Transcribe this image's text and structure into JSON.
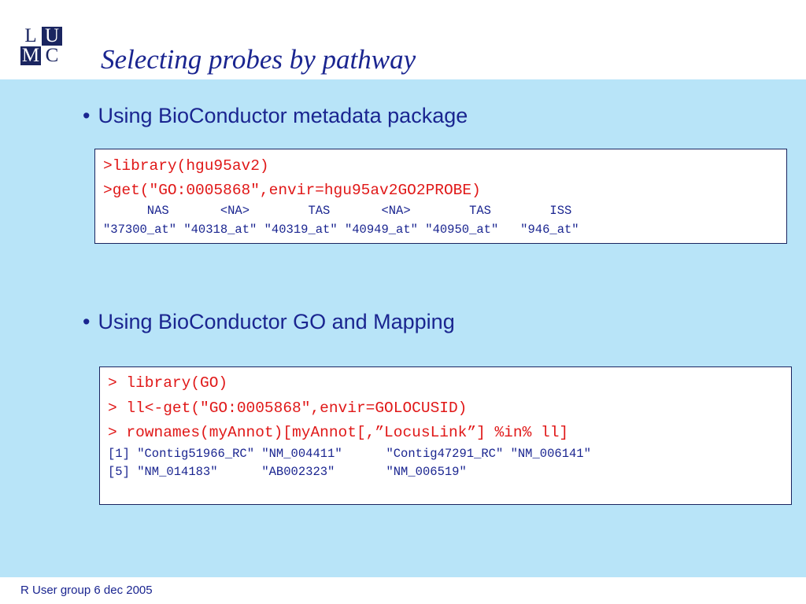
{
  "logo": {
    "letters": [
      "L",
      "U",
      "M",
      "C"
    ]
  },
  "slide": {
    "title": "Selecting probes by pathway",
    "footer": "R User group 6 dec 2005"
  },
  "bullets": [
    {
      "bullet_char": "•",
      "text": "Using BioConductor metadata package",
      "code": {
        "commands": [
          ">library(hgu95av2)",
          ">get(\"GO:0005868\",envir=hgu95av2GO2PROBE)"
        ],
        "output": [
          "      NAS       <NA>        TAS       <NA>        TAS        ISS",
          "\"37300_at\" \"40318_at\" \"40319_at\" \"40949_at\" \"40950_at\"   \"946_at\""
        ]
      }
    },
    {
      "bullet_char": "•",
      "text": "Using BioConductor GO and Mapping",
      "code": {
        "commands": [
          "> library(GO)",
          "> ll<-get(\"GO:0005868\",envir=GOLOCUSID)",
          "> rownames(myAnnot)[myAnnot[,”LocusLink”] %in% ll]"
        ],
        "output": [
          "[1] \"Contig51966_RC\" \"NM_004411\"      \"Contig47291_RC\" \"NM_006141\"",
          "[5] \"NM_014183\"      \"AB002323\"       \"NM_006519\""
        ]
      }
    }
  ],
  "colors": {
    "title": "#1a2590",
    "content_background": "#b8e4f8",
    "logo": "#1a2560",
    "code_command": "#e01818",
    "code_output": "#1a2590"
  }
}
